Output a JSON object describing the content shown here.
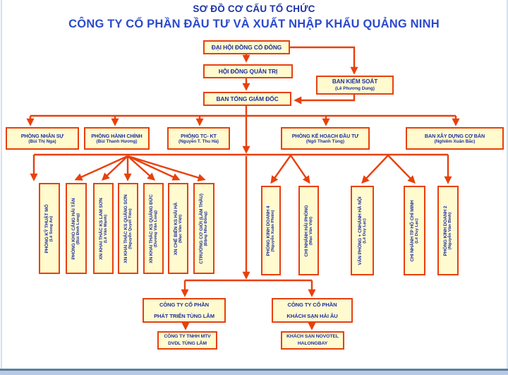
{
  "titles": {
    "line1": "SƠ ĐỒ CƠ CẤU TỔ CHỨC",
    "line2": "CÔNG TY CỔ PHẦN ĐẦU TƯ VÀ XUẤT NHẬP KHẨU QUẢNG NINH"
  },
  "colors": {
    "accent_line": "#e8400c",
    "box_fill": "#fffbcf",
    "box_text": "#1f2f9e",
    "title1": "#1d33a8",
    "title2": "#2b49cc"
  },
  "boxes": {
    "shareholders": {
      "title": "ĐẠI HỘI ĐỒNG CỔ ĐÔNG"
    },
    "board": {
      "title": "HỘI ĐỒNG QUẢN TRỊ"
    },
    "supervisory": {
      "title": "BAN KIỂM SOÁT",
      "name": "(Lê Phương Dung)"
    },
    "executive": {
      "title": "BAN TỔNG GIÁM ĐỐC"
    },
    "departments": [
      {
        "title": "PHÒNG NHÂN SỰ",
        "name": "(Bùi Thị Nga)"
      },
      {
        "title": "PHÒNG HÀNH CHÍNH",
        "name": "(Bùi Thanh Hương)"
      },
      {
        "title": "PHÒNG TC- KT",
        "name": "(Nguyễn T. Thu Hà)"
      },
      {
        "title": "PHÒNG KẾ HOẠCH ĐẦU TƯ",
        "name": "(Ngô Thanh Tùng)"
      },
      {
        "title": "BAN XÂY DỰNG CƠ BẢN",
        "name": "(Nghiêm Xuân Bắc)"
      }
    ],
    "units_left": [
      {
        "title": "PHÒNG KỸ THUẬT MỎ",
        "name": "(Lê Song An)"
      },
      {
        "title": "PHÒNG KHO CẢNG HẢI TÂN",
        "name": "(Bùi Đình Long)"
      },
      {
        "title": "XN KHAI THÁC KS LAM SƠN",
        "name": "(Lê Văn Mạnh)"
      },
      {
        "title": "XN KHAI THÁC KS QUẢNG SƠN",
        "name": "(Nguyễn Quyết Tiến)"
      },
      {
        "title": "XN KHAI THÁC KS QUẢNG ĐỨC",
        "name": "(Dương Văn Long)"
      },
      {
        "title": "XN CHẾ BIẾN KS HẢI HÀ",
        "name": "(Mạc Văn Việt)"
      },
      {
        "title": "CTRƯỜNG CƠ GIỚI (LÀM THẦU)",
        "name": "(Đặng Như Đông)"
      }
    ],
    "units_right": [
      {
        "title": "PHÒNG KINH DOANH 4",
        "name": "(Nguyễn Xuân Phiên)"
      },
      {
        "title": "CHI NHÁNH HẢI PHÒNG",
        "name": "(Mạc Văn Việt)"
      },
      {
        "title": "VĂN PHÒNG + CNHÁNH HÀ NỘI",
        "name": "(Lê Duy Lạc)"
      },
      {
        "title": "CHI NHÁNH TP HỒ CHÍ MINH",
        "name": "(Lê Duy Lạc)"
      },
      {
        "title": "PHÒNG KINH DOANH 2",
        "name": "(Nguyễn Văn Bình)"
      }
    ],
    "subsidiaries": [
      {
        "line1": "CÔNG TY CỔ PHẦN",
        "line2": "PHÁT TRIỂN TÙNG LÂM"
      },
      {
        "line1": "CÔNG TY CỔ PHẦN",
        "line2": "KHÁCH SẠN HẢI ÂU"
      }
    ],
    "sub_children": [
      {
        "line1": "CÔNG TY TNHH MTV",
        "line2": "DVDL TÙNG LÂM"
      },
      {
        "line1": "KHÁCH SẠN NOVOTEL",
        "line2": "HALONGBAY"
      }
    ]
  }
}
